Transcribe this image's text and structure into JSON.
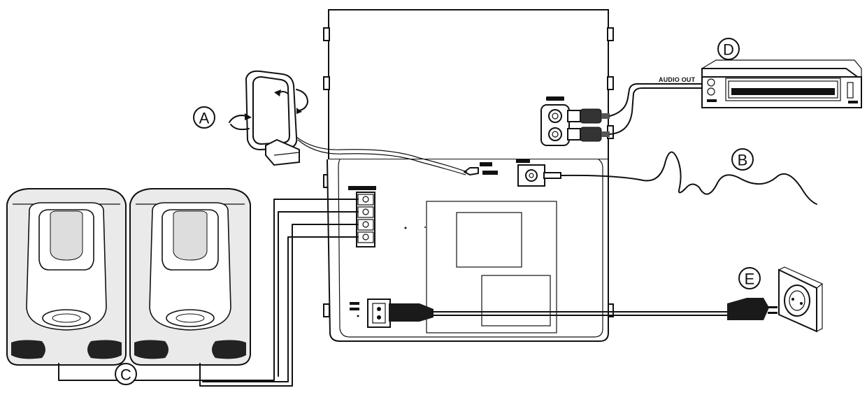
{
  "callouts": {
    "a": "A",
    "b": "B",
    "c": "C",
    "d": "D",
    "e": "E"
  },
  "device_label": "AUDIO OUT"
}
